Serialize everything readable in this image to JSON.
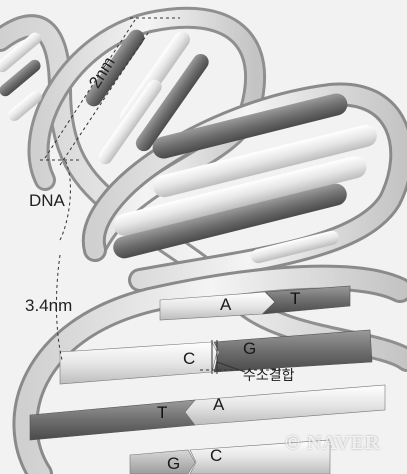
{
  "labels": {
    "dna": "DNA",
    "pitch": "3.4nm",
    "width": "2nm",
    "hydrogen_bond": "수소결합"
  },
  "base_pairs": [
    {
      "left": "A",
      "right": "T"
    },
    {
      "left": "C",
      "right": "G"
    },
    {
      "left": "T",
      "right": "A"
    },
    {
      "left": "G",
      "right": "C"
    }
  ],
  "watermark": "© NAVER"
}
